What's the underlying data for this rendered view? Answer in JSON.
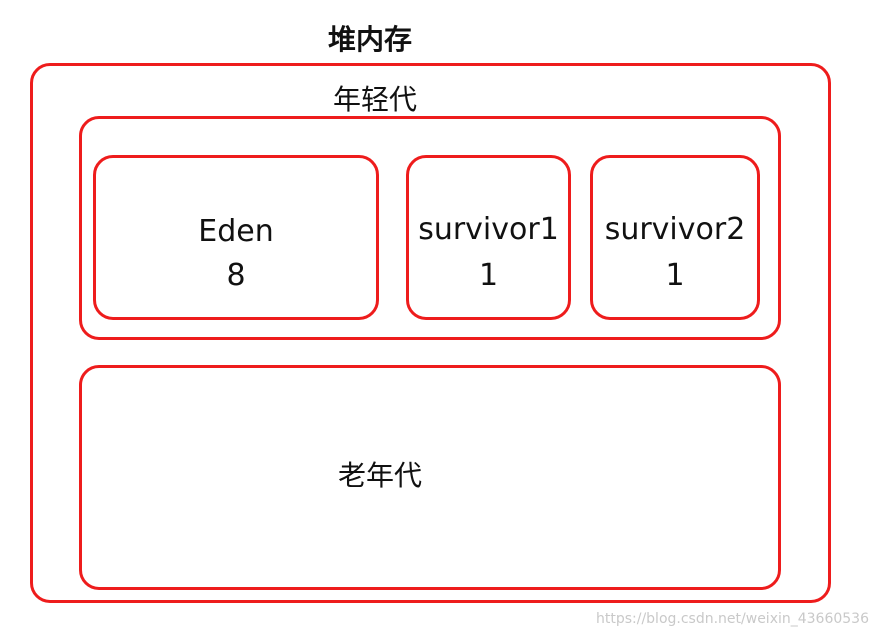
{
  "title": "堆内存",
  "young_generation": {
    "label": "年轻代",
    "regions": [
      {
        "name": "Eden",
        "size": "8"
      },
      {
        "name": "survivor1",
        "size": "1"
      },
      {
        "name": "survivor2",
        "size": "1"
      }
    ]
  },
  "old_generation": {
    "label": "老年代"
  },
  "watermark": "https://blog.csdn.net/weixin_43660536",
  "colors": {
    "border": "#ee1c1c",
    "text": "#111111",
    "watermark": "#c9c9c9"
  }
}
